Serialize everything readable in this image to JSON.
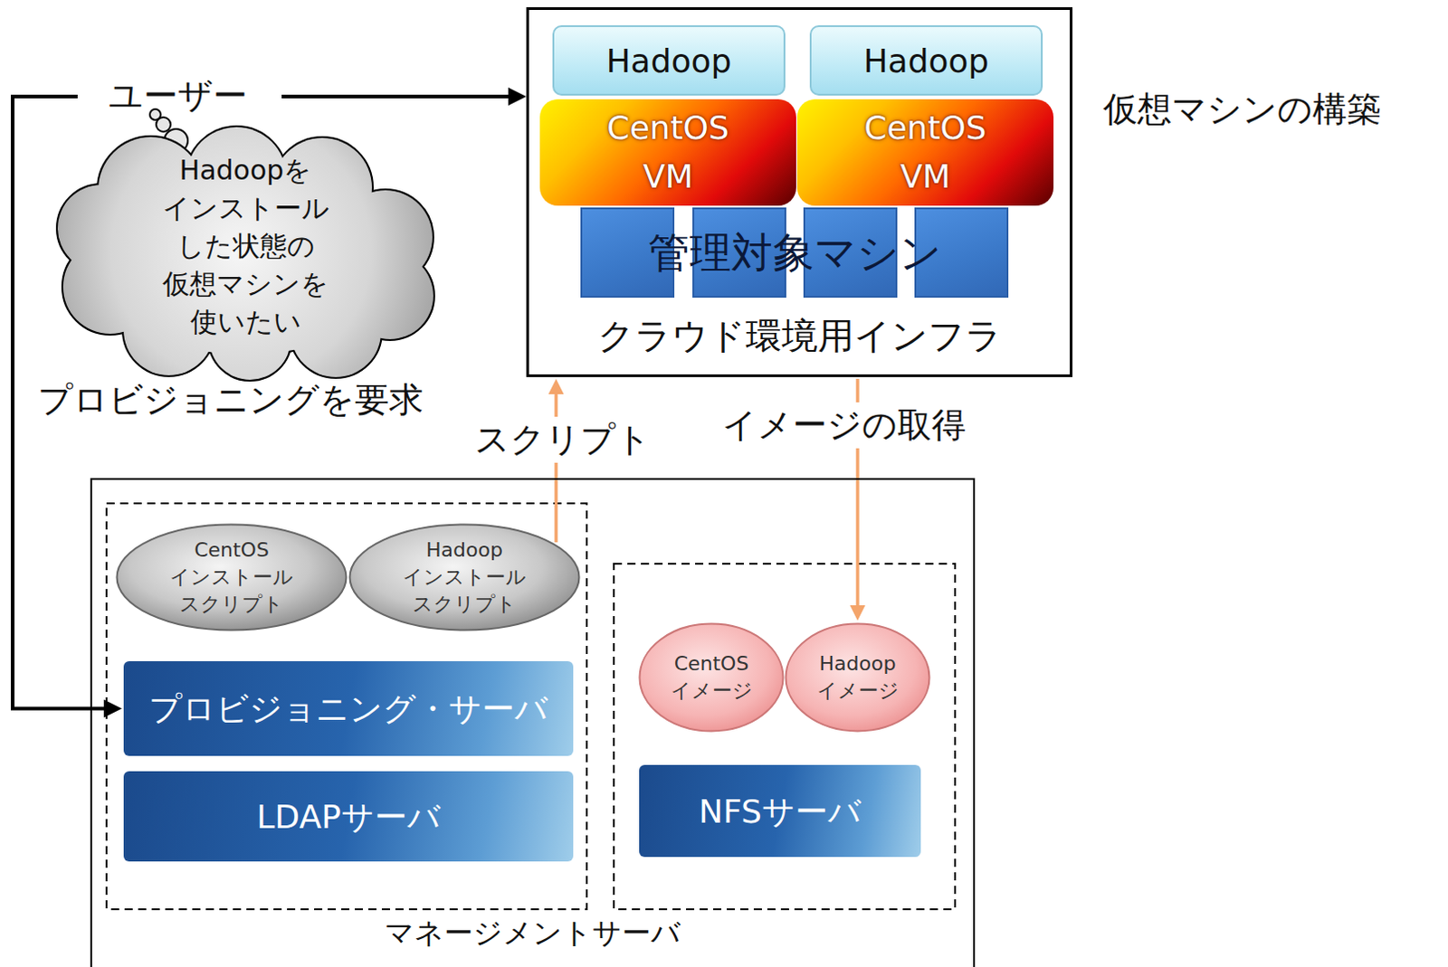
{
  "diagram": {
    "nodes": [
      {
        "text": [
          "ユーザー"
        ]
      },
      {
        "text": [
          "クラウド環境用インフラ"
        ]
      },
      {
        "text": [
          "Hadoop"
        ],
        "in": 1
      },
      {
        "text": [
          "Hadoop"
        ],
        "in": 1
      },
      {
        "text": [
          "CentOS VM"
        ],
        "in": 1
      },
      {
        "text": [
          "CentOS VM"
        ],
        "in": 1
      },
      {
        "text": [
          "管理対象マシン"
        ],
        "in": 1
      },
      {
        "text": [
          "Hadoopを インストール した状態の 仮想マシンを 使いたい"
        ]
      },
      {
        "text": [
          "マネージメントサーバ"
        ]
      },
      {
        "text": [
          "CentOS インストール スクリプト"
        ],
        "in": 8
      },
      {
        "text": [
          "Hadoop インストール スクリプト"
        ],
        "in": 8
      },
      {
        "text": [
          "CentOS イメージ"
        ],
        "in": 8
      },
      {
        "text": [
          "Hadoop イメージ"
        ],
        "in": 8
      },
      {
        "text": [
          "プロビジョニング・サーバ"
        ],
        "in": 8
      },
      {
        "text": [
          "LDAPサーバ"
        ],
        "in": 8
      },
      {
        "text": [
          "NFSサーバ"
        ],
        "in": 8
      }
    ],
    "edges": [
      {
        "from": 0,
        "to": 1,
        "arrow": "to"
      },
      {
        "from": 0,
        "to": 13,
        "arrow": "to"
      },
      {
        "from": 10,
        "to": 1,
        "label": "スクリプト",
        "arrow": "to"
      },
      {
        "from": 1,
        "to": 12,
        "label": "イメージの取得",
        "arrow": "to"
      }
    ],
    "labels": [
      "仮想マシンの構築",
      "プロビジョニングを要求"
    ]
  }
}
